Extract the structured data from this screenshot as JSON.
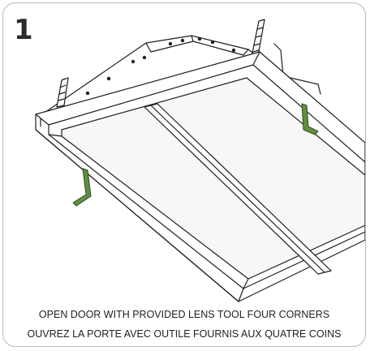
{
  "step_number": "1",
  "caption_en": "OPEN DOOR WITH PROVIDED LENS TOOL FOUR CORNERS",
  "caption_fr": "OUVREZ LA PORTE AVEC OUTILE FOURNIS AUX QUATRE COINS",
  "colors": {
    "line": "#1e1e1e",
    "tool_fill": "#5f8f3f",
    "tool_stroke": "#2f4a1e",
    "panel_border": "#b9b9b9"
  }
}
